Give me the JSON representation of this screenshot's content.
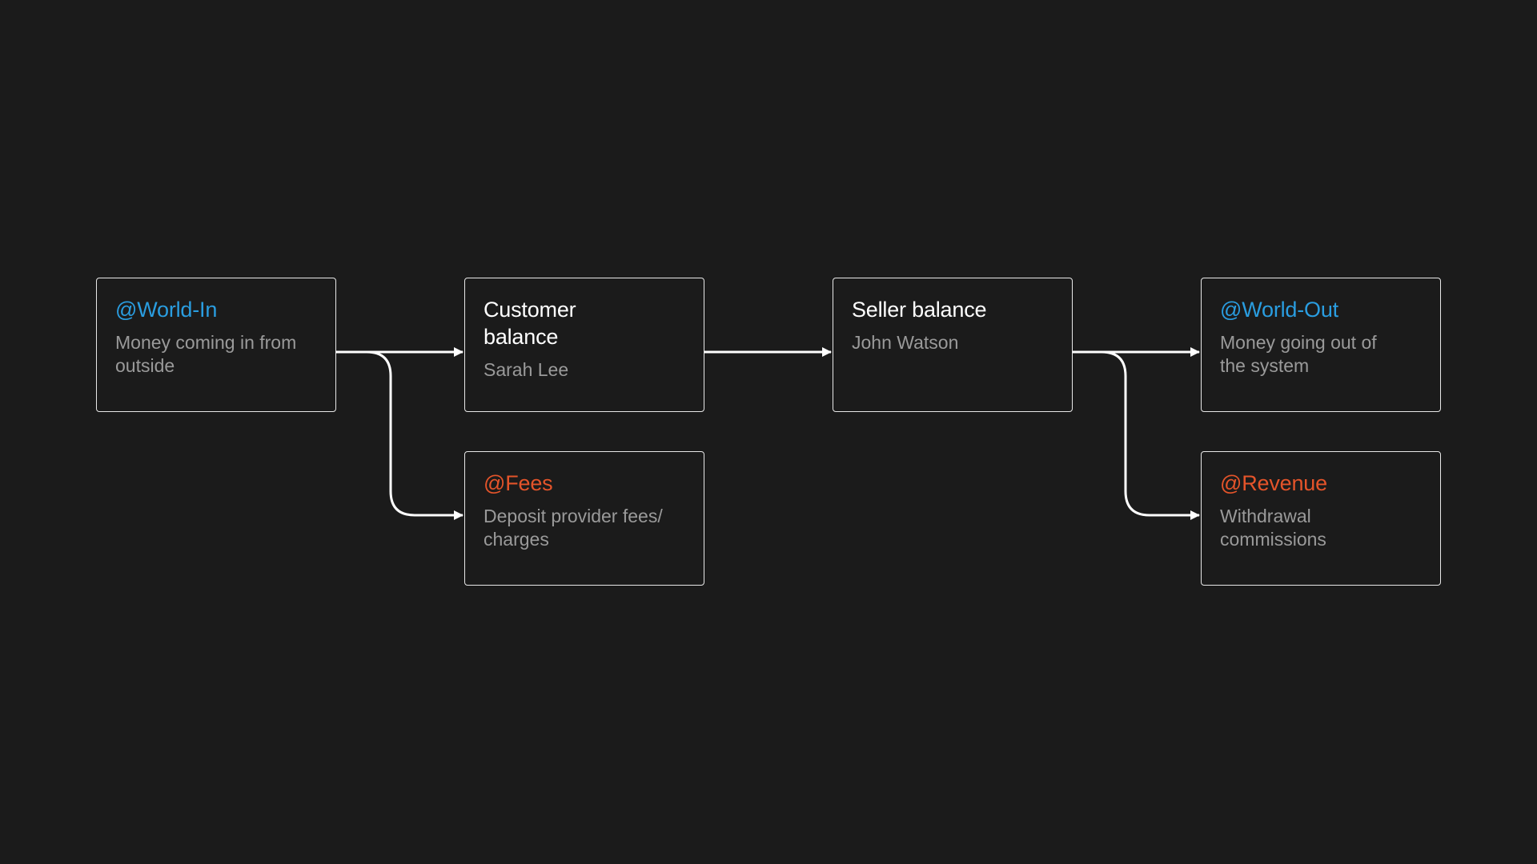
{
  "colors": {
    "background": "#1b1b1b",
    "border": "#e8e8e8",
    "title_default": "#ffffff",
    "title_world": "#2a9de0",
    "title_sink": "#e4542a",
    "subtitle": "#9a9a9a",
    "arrow": "#ffffff"
  },
  "nodes": {
    "world_in": {
      "title": "@World-In",
      "subtitle": "Money coming in from outside"
    },
    "customer": {
      "title": "Customer balance",
      "subtitle": "Sarah Lee"
    },
    "seller": {
      "title": "Seller balance",
      "subtitle": "John Watson"
    },
    "world_out": {
      "title": "@World-Out",
      "subtitle": "Money going out of the system"
    },
    "fees": {
      "title": "@Fees",
      "subtitle": "Deposit provider fees/ charges"
    },
    "revenue": {
      "title": "@Revenue",
      "subtitle": "Withdrawal commissions"
    }
  },
  "edges": [
    {
      "from": "world_in",
      "to": "customer"
    },
    {
      "from": "world_in",
      "to": "fees"
    },
    {
      "from": "customer",
      "to": "seller"
    },
    {
      "from": "seller",
      "to": "world_out"
    },
    {
      "from": "seller",
      "to": "revenue"
    }
  ]
}
